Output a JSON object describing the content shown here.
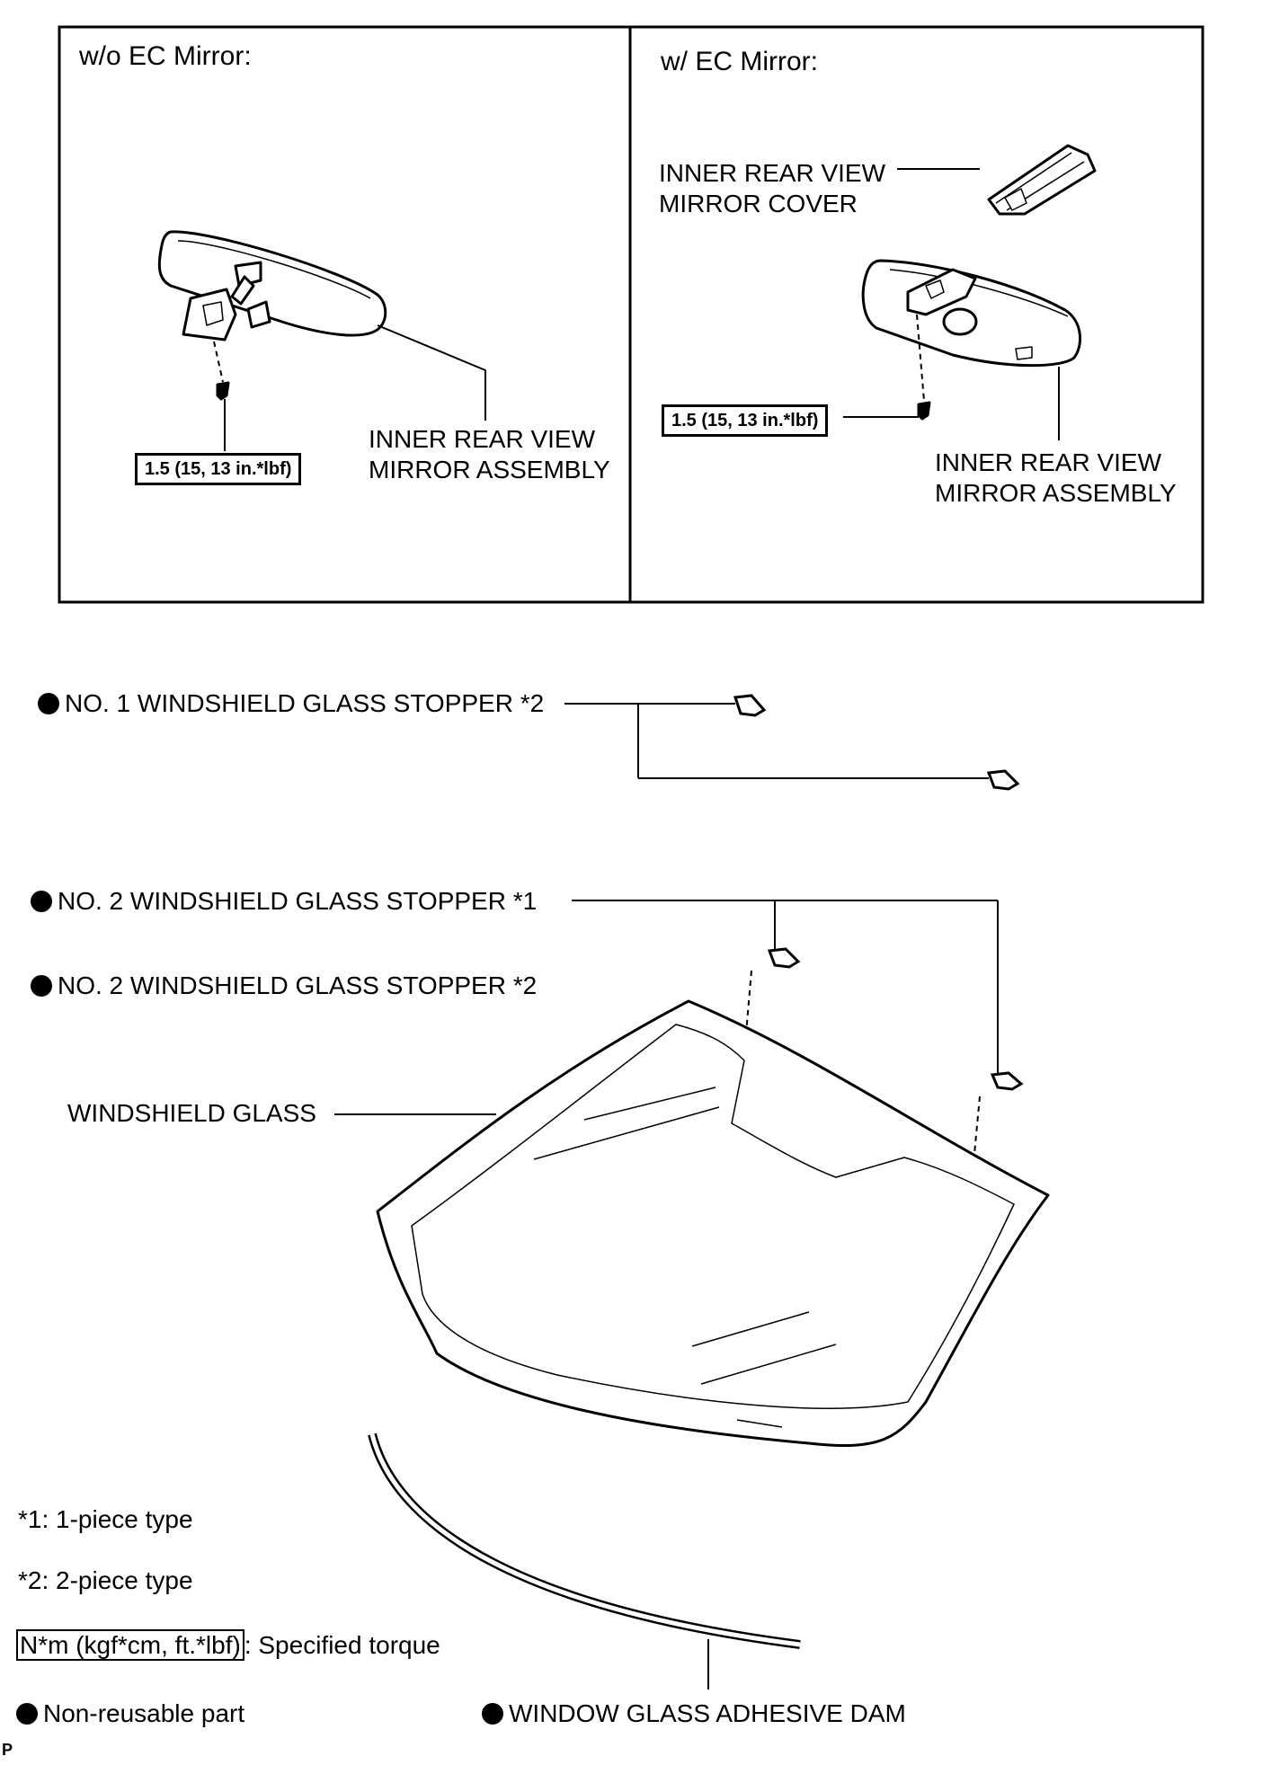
{
  "panels": {
    "left_title": "w/o EC Mirror:",
    "right_title": "w/ EC Mirror:"
  },
  "left_panel": {
    "mirror_label_1": "INNER REAR VIEW",
    "mirror_label_2": "MIRROR ASSEMBLY",
    "torque": "1.5 (15, 13 in.*lbf)"
  },
  "right_panel": {
    "cover_label_1": "INNER REAR VIEW",
    "cover_label_2": "MIRROR COVER",
    "mirror_label_1": "INNER REAR VIEW",
    "mirror_label_2": "MIRROR ASSEMBLY",
    "torque": "1.5 (15, 13 in.*lbf)"
  },
  "parts": {
    "stopper_no1_2": "NO. 1 WINDSHIELD GLASS STOPPER *2",
    "stopper_no2_1": "NO. 2 WINDSHIELD GLASS STOPPER *1",
    "stopper_no2_2": "NO. 2 WINDSHIELD GLASS STOPPER *2",
    "windshield_glass": "WINDSHIELD GLASS",
    "adhesive_dam": "WINDOW GLASS ADHESIVE DAM"
  },
  "legend": {
    "note1": "*1: 1-piece type",
    "note2": "*2: 2-piece type",
    "torque_unit": "N*m (kgf*cm, ft.*lbf)",
    "torque_desc": ": Specified torque",
    "non_reusable": "Non-reusable part"
  },
  "corner_mark": "P"
}
